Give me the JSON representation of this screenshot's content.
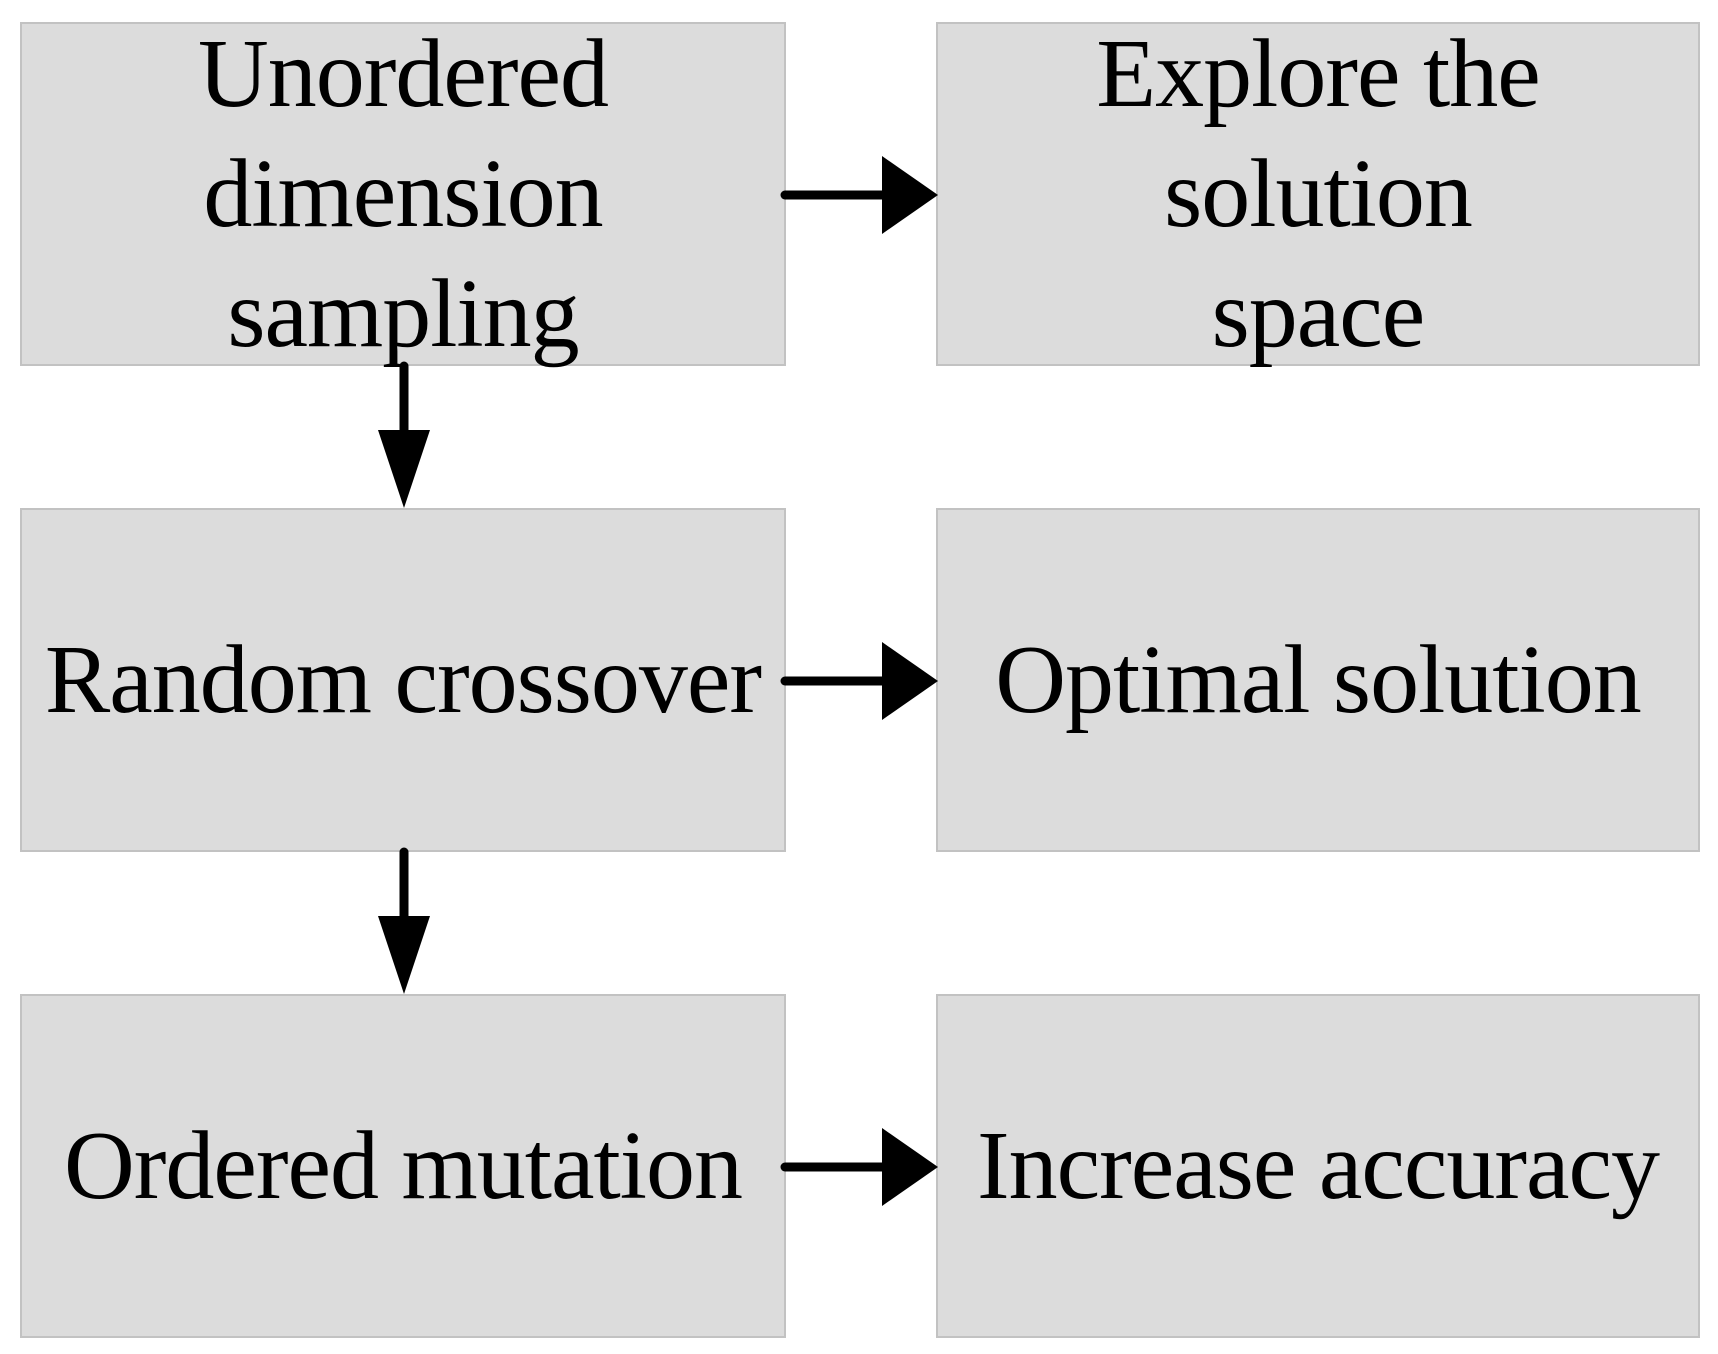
{
  "flow": {
    "step1": {
      "lines": [
        "Unordered",
        "dimension sampling"
      ]
    },
    "step2": {
      "lines": [
        "Random crossover"
      ]
    },
    "step3": {
      "lines": [
        "Ordered mutation"
      ]
    }
  },
  "outcomes": {
    "outcome1": {
      "lines": [
        "Explore the solution",
        "space"
      ]
    },
    "outcome2": {
      "lines": [
        "Optimal solution"
      ]
    },
    "outcome3": {
      "lines": [
        "Increase accuracy"
      ]
    }
  },
  "colors": {
    "box_fill": "#dcdcdc",
    "box_border": "#c2c2c2",
    "arrow": "#000000"
  }
}
